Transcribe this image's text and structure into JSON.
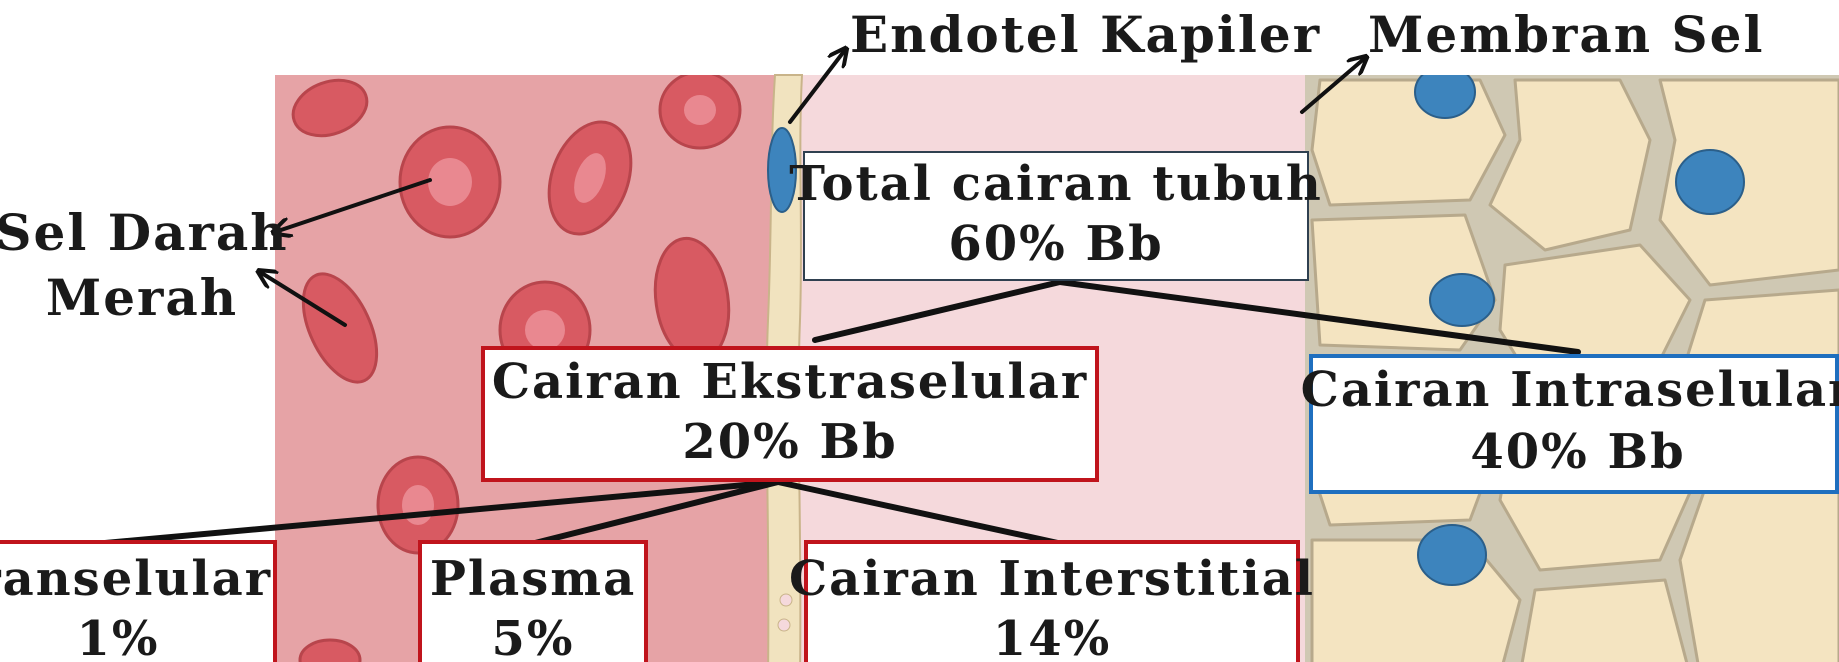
{
  "labels": {
    "endotel": "Endotel Kapiler",
    "membran": "Membran Sel",
    "sel_darah_1": "Sel Darah",
    "sel_darah_2": "Merah"
  },
  "boxes": {
    "total": {
      "line1": "Total cairan tubuh",
      "line2": "60% Bb"
    },
    "ekstra": {
      "line1": "Cairan Ekstraselular",
      "line2": "20% Bb"
    },
    "intra": {
      "line1": "Cairan Intraselular",
      "line2": "40% Bb"
    },
    "trans": {
      "line1": "Cairan Transelular",
      "line2": "1%"
    },
    "plasma": {
      "line1": "Plasma",
      "line2": "5%"
    },
    "interstitial": {
      "line1": "Cairan Interstitial",
      "line2": "14%"
    }
  },
  "colors": {
    "plasma_bg": "#e6a3a6",
    "interstitial_bg": "#f5d9dc",
    "cell_bg": "#f4e4c1",
    "rbc": "#d85a62",
    "nucleus": "#3d84bd",
    "box_red": "#c0141c",
    "box_blue": "#1f6fbf"
  }
}
